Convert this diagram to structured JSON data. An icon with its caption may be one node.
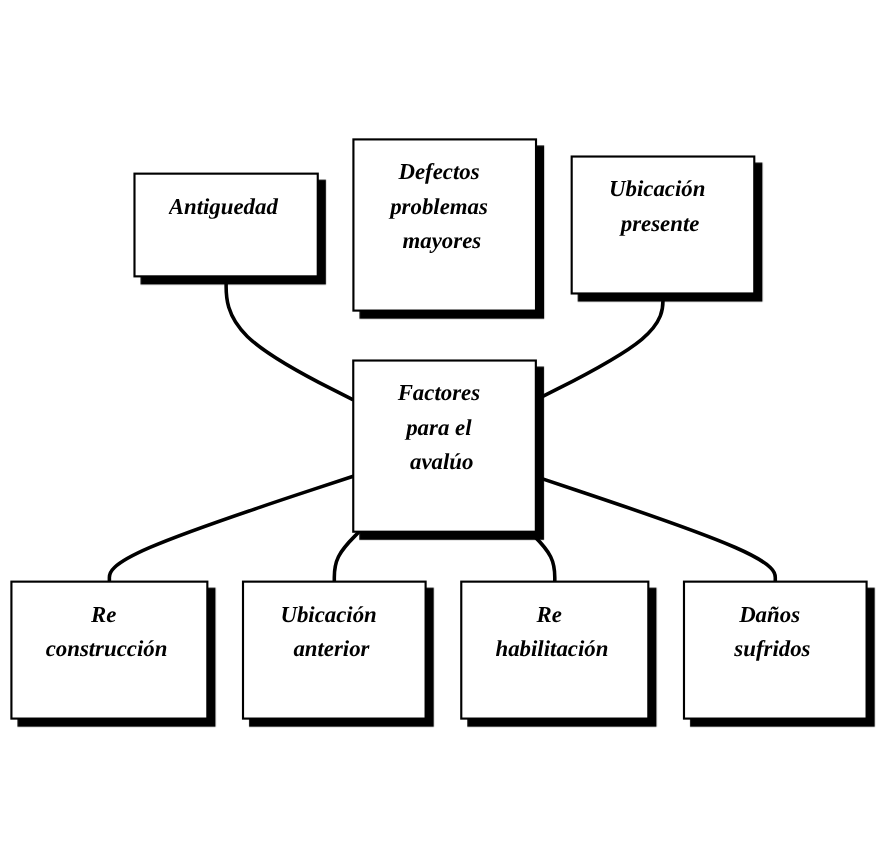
{
  "diagram": {
    "nodes": [
      {
        "text": [
          "Antiguedad"
        ]
      },
      {
        "text": [
          "Defectos problemas mayores"
        ]
      },
      {
        "text": [
          "Ubicación presente"
        ]
      },
      {
        "text": [
          "Factores para el avalúo"
        ]
      },
      {
        "text": [
          "Re construcción"
        ]
      },
      {
        "text": [
          "Ubicación anterior"
        ]
      },
      {
        "text": [
          "Re habilitación"
        ]
      },
      {
        "text": [
          "Daños sufridos"
        ]
      }
    ],
    "edges": [
      {
        "from": 0,
        "to": 3,
        "arrow": "none"
      },
      {
        "from": 2,
        "to": 3,
        "arrow": "none"
      },
      {
        "from": 3,
        "to": 4,
        "arrow": "none"
      },
      {
        "from": 3,
        "to": 5,
        "arrow": "none"
      },
      {
        "from": 3,
        "to": 6,
        "arrow": "none"
      },
      {
        "from": 3,
        "to": 7,
        "arrow": "none"
      }
    ]
  }
}
